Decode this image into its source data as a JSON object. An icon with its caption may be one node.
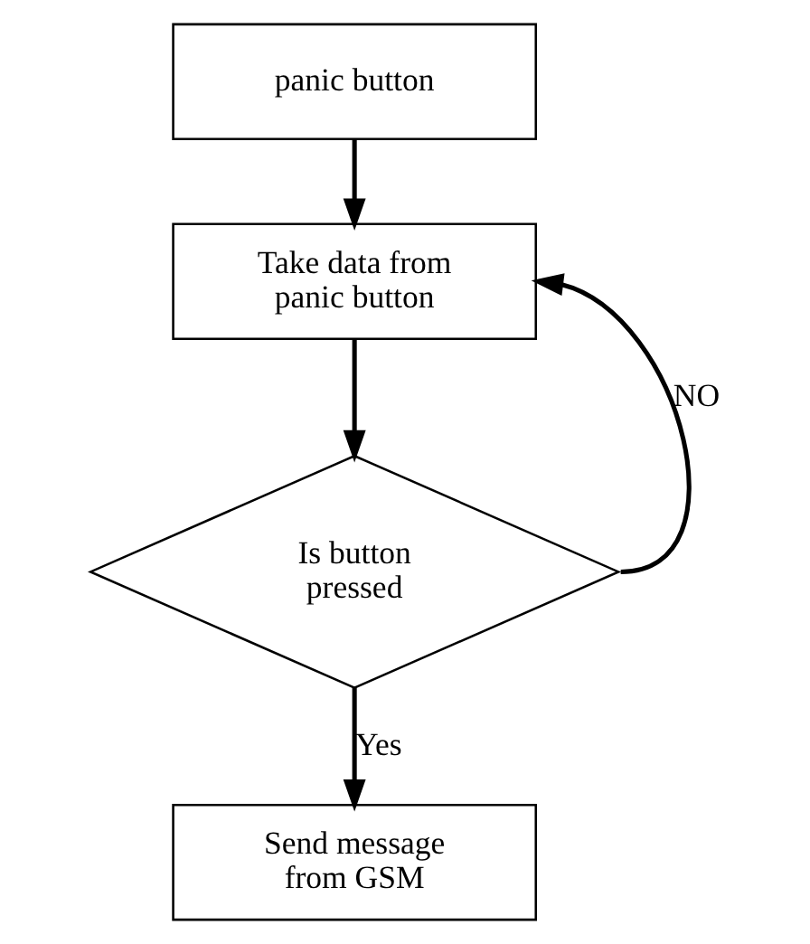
{
  "diagram": {
    "nodes": [
      {
        "text": [
          "panic button"
        ]
      },
      {
        "text": [
          "Take data from panic button"
        ]
      },
      {
        "text": [
          "Is button pressed"
        ]
      },
      {
        "text": [
          "Send message from GSM"
        ]
      }
    ],
    "edges": [
      {
        "from": 0,
        "to": 1,
        "arrow": "to"
      },
      {
        "from": 1,
        "to": 2,
        "arrow": "to"
      },
      {
        "from": 2,
        "to": 1,
        "arrow": "to",
        "label": "NO"
      },
      {
        "from": 2,
        "to": 3,
        "arrow": "to",
        "label": "Yes"
      }
    ]
  }
}
